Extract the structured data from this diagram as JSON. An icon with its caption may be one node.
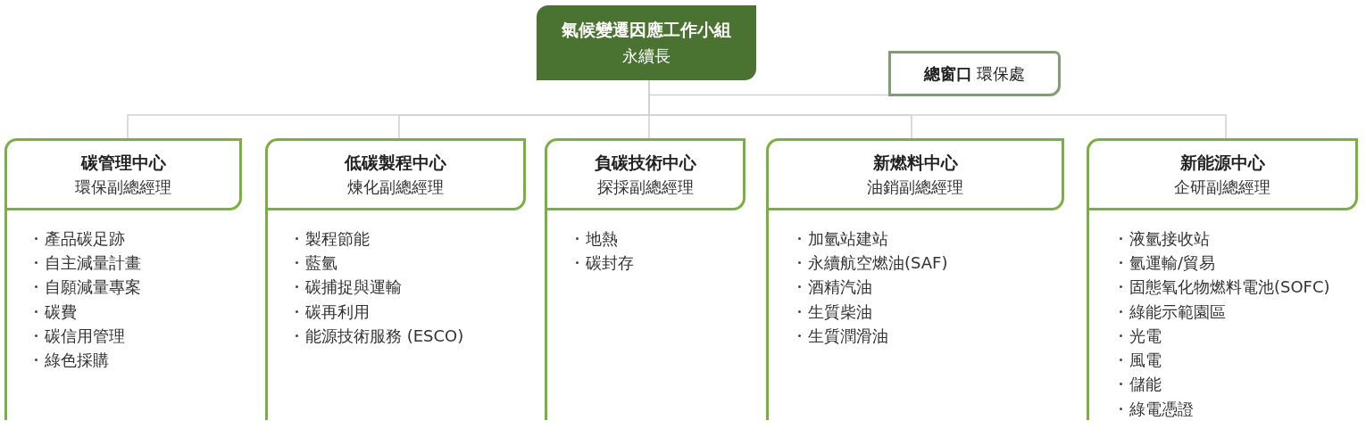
{
  "diagram": {
    "nodes": [
      {
        "text": [
          "氣候變遷因應工作小組",
          "永續長"
        ]
      },
      {
        "text": [
          "**總窗口** 環保處"
        ]
      },
      {
        "text": [
          "碳管理中心",
          "環保副總經理"
        ],
        "beside": [
          "產品碳足跡",
          "自主減量計畫",
          "自願減量專案",
          "碳費",
          "碳信用管理",
          "綠色採購"
        ]
      },
      {
        "text": [
          "低碳製程中心",
          "煉化副總經理"
        ],
        "beside": [
          "製程節能",
          "藍氫",
          "碳捕捉與運輸",
          "碳再利用",
          "能源技術服務 (ESCO)"
        ]
      },
      {
        "text": [
          "負碳技術中心",
          "探採副總經理"
        ],
        "beside": [
          "地熱",
          "碳封存"
        ]
      },
      {
        "text": [
          "新燃料中心",
          "油銷副總經理"
        ],
        "beside": [
          "加氫站建站",
          "永續航空燃油(SAF)",
          "酒精汽油",
          "生質柴油",
          "生質潤滑油"
        ]
      },
      {
        "text": [
          "新能源中心",
          "企研副總經理"
        ],
        "beside": [
          "液氫接收站",
          "氫運輸/貿易",
          "固態氧化物燃料電池(SOFC)",
          "綠能示範園區",
          "光電",
          "風電",
          "儲能",
          "綠電憑證"
        ]
      }
    ],
    "edges": [
      {
        "from": 0,
        "to": 1,
        "arrow": "none"
      },
      {
        "from": 0,
        "to": 2,
        "arrow": "none"
      },
      {
        "from": 0,
        "to": 3,
        "arrow": "none"
      },
      {
        "from": 0,
        "to": 4,
        "arrow": "none"
      },
      {
        "from": 0,
        "to": 5,
        "arrow": "none"
      },
      {
        "from": 0,
        "to": 6,
        "arrow": "none"
      }
    ]
  }
}
